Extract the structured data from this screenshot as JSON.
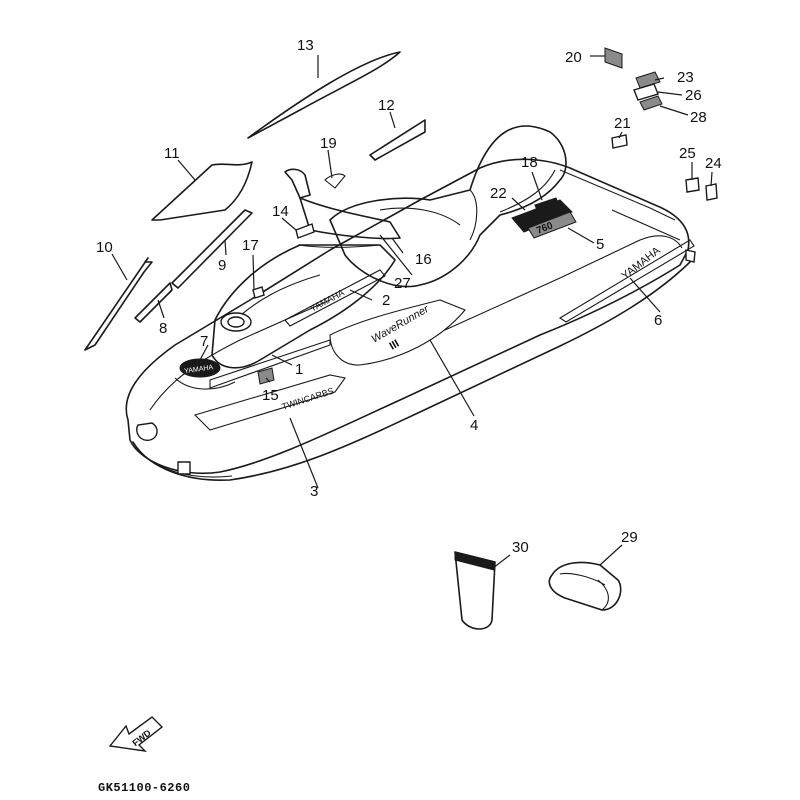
{
  "part_code": "GK51100-6260",
  "fwd_label": "FWD",
  "decal_texts": {
    "yamaha_hood": "YAMAHA",
    "yamaha_side": "YAMAHA",
    "twin_carbs": "TWINCARBS",
    "waverunner": "WaveRunner",
    "roman_two": "III",
    "number_760": "760",
    "yamaha_emblem": "YAMAHA"
  },
  "callouts": {
    "c1": "1",
    "c2": "2",
    "c3": "3",
    "c4": "4",
    "c5": "5",
    "c6": "6",
    "c7": "7",
    "c8": "8",
    "c9": "9",
    "c10": "10",
    "c11": "11",
    "c12": "12",
    "c13": "13",
    "c14": "14",
    "c15": "15",
    "c16": "16",
    "c17": "17",
    "c18": "18",
    "c19": "19",
    "c20": "20",
    "c21": "21",
    "c22": "22",
    "c23": "23",
    "c24": "24",
    "c25": "25",
    "c26": "26",
    "c27": "27",
    "c28": "28",
    "c29": "29",
    "c30": "30"
  }
}
